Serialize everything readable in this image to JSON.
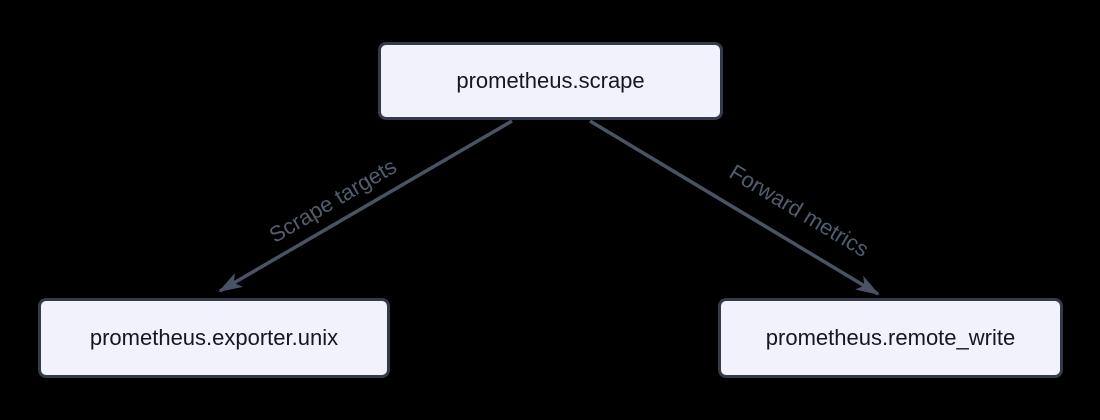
{
  "diagram": {
    "type": "flowchart",
    "direction": "top-down",
    "background_color": "#000000",
    "colors": {
      "node_fill": "#f1f2fb",
      "node_border": "#333a49",
      "node_text": "#15181e",
      "edge_line": "#4a5364",
      "edge_label_text": "#515c6e"
    },
    "nodes": [
      {
        "id": "scrape",
        "label": "prometheus.scrape"
      },
      {
        "id": "exporter",
        "label": "prometheus.exporter.unix"
      },
      {
        "id": "remote",
        "label": "prometheus.remote_write"
      }
    ],
    "edges": [
      {
        "from": "prometheus.scrape",
        "to": "prometheus.exporter.unix",
        "label": "Scrape targets"
      },
      {
        "from": "prometheus.scrape",
        "to": "prometheus.remote_write",
        "label": "Forward metrics"
      }
    ]
  }
}
